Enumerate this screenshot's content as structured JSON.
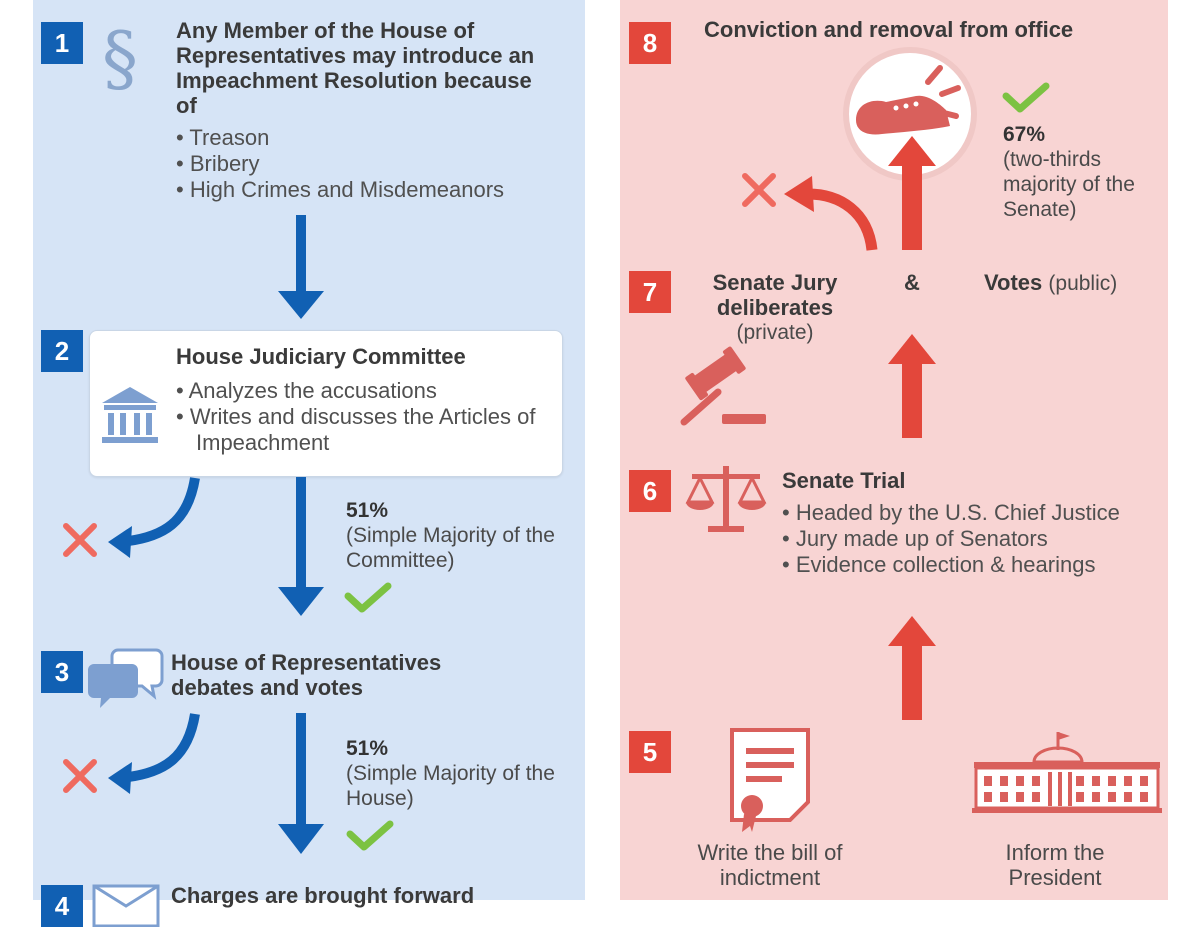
{
  "house": {
    "step1": {
      "number": "1",
      "title": "Any Member of the House of Representatives may introduce an Impeachment Resolution because of",
      "items": [
        "Treason",
        "Bribery",
        "High Crimes and Misdemeanors"
      ]
    },
    "step2": {
      "number": "2",
      "title": "House Judiciary Committee",
      "items": [
        "Analyzes the accusations",
        "Writes and discusses the Articles of Impeachment"
      ],
      "vote_pct": "51%",
      "vote_note": "(Simple Majority of the Committee)"
    },
    "step3": {
      "number": "3",
      "title": "House of Representatives debates and votes",
      "vote_pct": "51%",
      "vote_note": "(Simple Majority of the House)"
    },
    "step4": {
      "number": "4",
      "title": "Charges are brought forward"
    }
  },
  "senate": {
    "step5": {
      "number": "5",
      "left_label": "Write the bill of indictment",
      "right_label": "Inform the President"
    },
    "step6": {
      "number": "6",
      "title": "Senate Trial",
      "items": [
        "Headed by the U.S. Chief Justice",
        "Jury made up of Senators",
        "Evidence collection & hearings"
      ]
    },
    "step7": {
      "number": "7",
      "jury_title": "Senate Jury deliberates",
      "jury_note": "(private)",
      "ampersand": "&",
      "votes_label": "Votes",
      "votes_note": "(public)"
    },
    "step8": {
      "number": "8",
      "title": "Conviction and removal from office",
      "vote_pct": "67%",
      "vote_note": "(two-thirds majority of the Senate)"
    }
  },
  "icons": {
    "section": "section-sign-icon",
    "courthouse": "courthouse-icon",
    "chat": "chat-bubbles-icon",
    "envelope": "envelope-icon",
    "gavel": "gavel-icon",
    "scales": "scales-icon",
    "document": "document-certificate-icon",
    "white_house": "white-house-icon",
    "boot": "boot-kick-icon",
    "check": "check-icon",
    "cross": "cross-icon"
  },
  "colors": {
    "house_bg": "#d6e4f6",
    "senate_bg": "#f8d4d3",
    "blue": "#1160b3",
    "red": "#e3473b",
    "check_green": "#7cc242",
    "cross_red": "#ef6a5f",
    "icon_blue": "#7d9fd0",
    "icon_red": "#d9605c"
  }
}
